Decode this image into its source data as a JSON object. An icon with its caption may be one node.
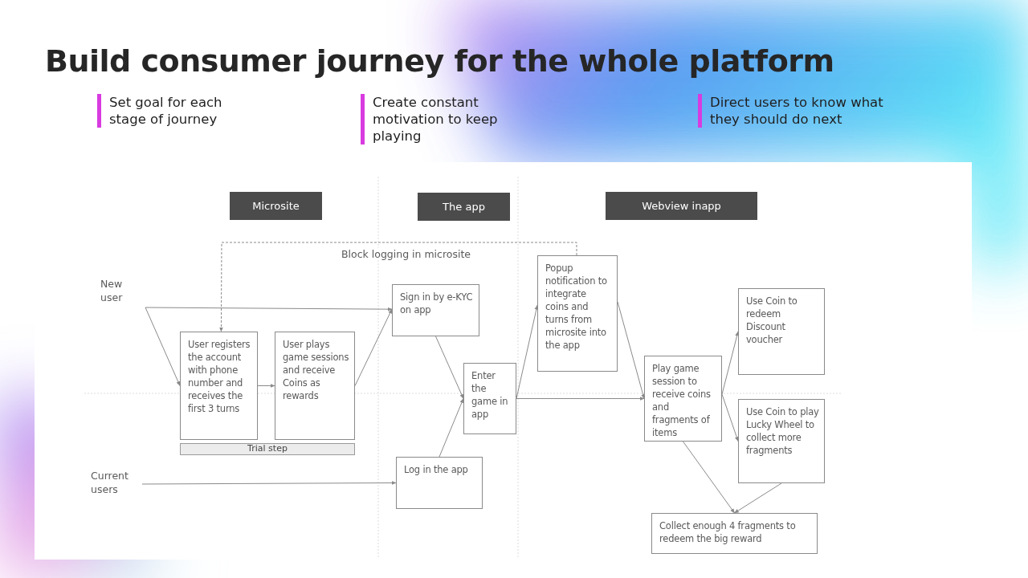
{
  "diagram": {
    "title": "Build consumer journey for the whole platform",
    "nodes": [
      {
        "text": [
          "Microsite"
        ]
      },
      {
        "text": [
          "The app"
        ]
      },
      {
        "text": [
          "Webview inapp"
        ]
      },
      {
        "text": [
          "New user"
        ]
      },
      {
        "text": [
          "User registers the account with phone number and receives the first 3 turns"
        ]
      },
      {
        "text": [
          "User plays game sessions and receive Coins as rewards"
        ]
      },
      {
        "text": [
          "Trial step"
        ]
      },
      {
        "text": [
          "Current users"
        ]
      },
      {
        "text": [
          "Sign in by e-KYC on app"
        ]
      },
      {
        "text": [
          "Enter the game in app"
        ]
      },
      {
        "text": [
          "Log in the app"
        ]
      },
      {
        "text": [
          "Popup notification to integrate coins and turns from microsite into the app"
        ]
      },
      {
        "text": [
          "Play game session to receive coins and fragments of items"
        ]
      },
      {
        "text": [
          "Use Coin to redeem Discount voucher"
        ]
      },
      {
        "text": [
          "Use Coin to play Lucky Wheel to collect more fragments"
        ]
      },
      {
        "text": [
          "Collect enough 4 fragments to redeem the big reward"
        ]
      }
    ],
    "edges": [
      {
        "from": 3,
        "to": 4,
        "arrow": "to"
      },
      {
        "from": 3,
        "to": 8,
        "arrow": "to"
      },
      {
        "from": 4,
        "to": 5,
        "arrow": "to"
      },
      {
        "from": 5,
        "to": 8,
        "arrow": "to"
      },
      {
        "from": 11,
        "to": 4,
        "arrow": "to",
        "style": "dashed",
        "label": "Block logging in microsite"
      },
      {
        "from": 8,
        "to": 9,
        "arrow": "to"
      },
      {
        "from": 10,
        "to": 9,
        "arrow": "to"
      },
      {
        "from": 7,
        "to": 10,
        "arrow": "to"
      },
      {
        "from": 9,
        "to": 11,
        "arrow": "to"
      },
      {
        "from": 9,
        "to": 12,
        "arrow": "to"
      },
      {
        "from": 11,
        "to": 12,
        "arrow": "to"
      },
      {
        "from": 12,
        "to": 13,
        "arrow": "to"
      },
      {
        "from": 12,
        "to": 14,
        "arrow": "to"
      },
      {
        "from": 12,
        "to": 15,
        "arrow": "to"
      },
      {
        "from": 14,
        "to": 15,
        "arrow": "to"
      }
    ],
    "labels": [
      "Set goal for each stage of journey",
      "Create constant motivation to keep playing",
      "Direct users to know what they should do next"
    ]
  }
}
